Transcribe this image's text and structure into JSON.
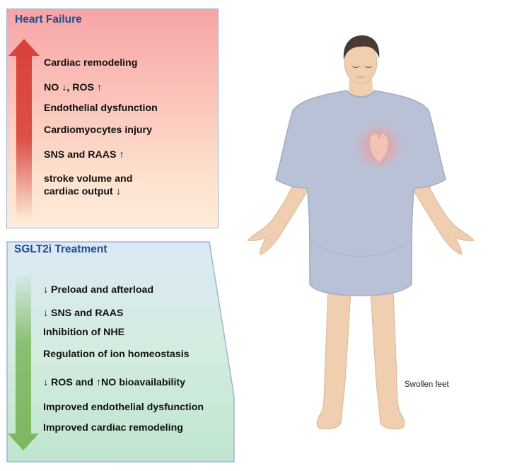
{
  "heart_failure": {
    "title": "Heart Failure",
    "items": [
      "Cardiac remodeling",
      "NO ↓, ROS ↑",
      "Endothelial dysfunction",
      "Cardiomyocytes injury",
      "SNS and RAAS ↑",
      "stroke volume and",
      "cardiac output ↓"
    ],
    "arrow_color": "#d9413b"
  },
  "sglt2i_treatment": {
    "title": "SGLT2i Treatment",
    "items": [
      "↓ Preload and afterload",
      "↓ SNS and RAAS",
      "Inhibition of NHE",
      "Regulation of ion homeostasis",
      "↓ ROS and ↑NO bioavailability",
      "Improved endothelial dysfunction",
      "Improved cardiac remodeling"
    ],
    "arrow_color": "#7cb760"
  },
  "figure": {
    "label": "Swollen feet",
    "shirt_color": "#b9c1d6",
    "skin_color": "#efcfb0",
    "hair_color": "#4a3a33",
    "heart_glow_color": "#f08a8a"
  }
}
